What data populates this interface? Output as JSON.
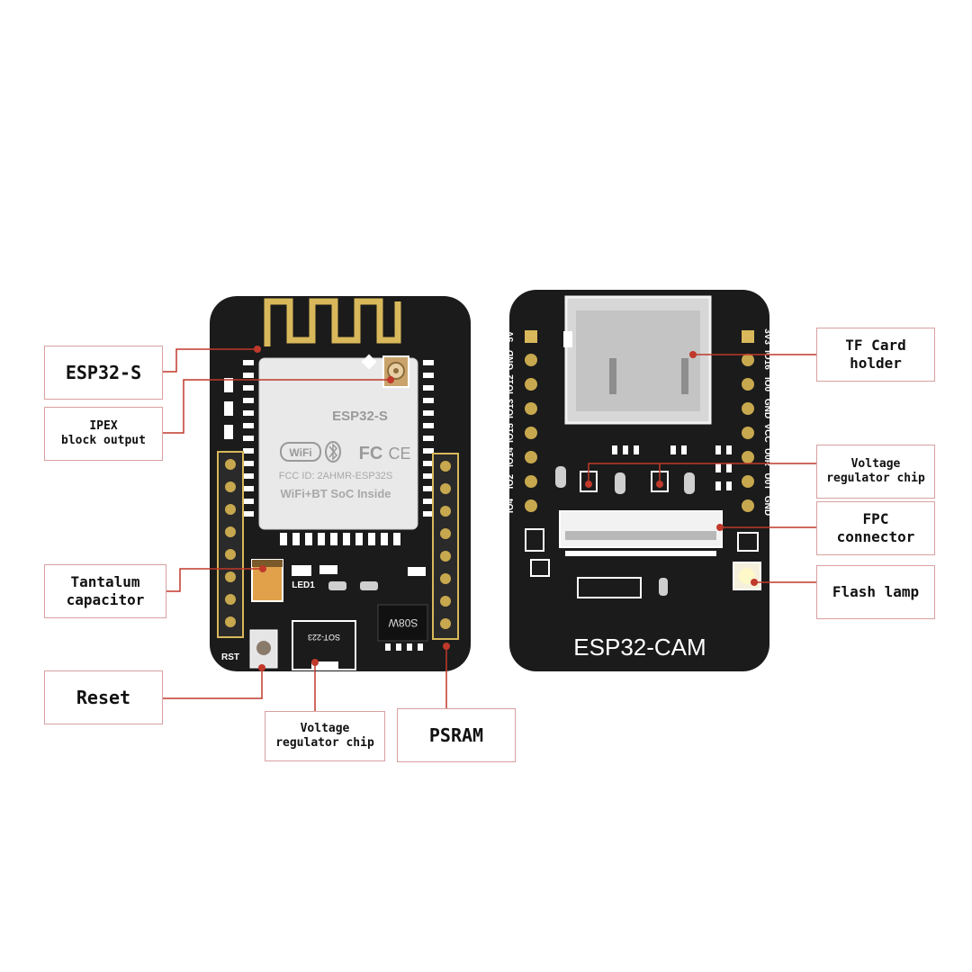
{
  "front_board": {
    "module_label": "ESP32-S",
    "module_fcc_line": "FCC  ID: 2AHMR-ESP32S",
    "module_soc_line": "WiFi+BT SoC Inside",
    "led_label": "LED1",
    "rst_label": "RST",
    "sot_label": "SOT-223",
    "psram_chip_label": "S08W"
  },
  "back_board": {
    "board_label": "ESP32-CAM",
    "left_pins": [
      "5V",
      "GND",
      "IO12",
      "IO13",
      "IO15",
      "IO14",
      "IO2",
      "IO4"
    ],
    "right_pins": [
      "3V3",
      "IO16",
      "IO0",
      "GND",
      "VCC",
      "U0R",
      "U0T",
      "GND"
    ]
  },
  "callouts": {
    "esp32s": [
      "ESP32-S"
    ],
    "ipex": [
      "IPEX",
      "block output"
    ],
    "tantalum": [
      "Tantalum",
      "capacitor"
    ],
    "reset": [
      "Reset"
    ],
    "vreg_front": [
      "Voltage",
      "regulator chip"
    ],
    "psram": [
      "PSRAM"
    ],
    "tf_card": [
      "TF Card",
      "holder"
    ],
    "vreg_back": [
      "Voltage",
      "regulator chip"
    ],
    "fpc": [
      "FPC",
      "connector"
    ],
    "flash": [
      "Flash lamp"
    ]
  },
  "colors": {
    "board": "#1b1b1b",
    "antenna": "#d8b85a",
    "pad": "#c8a84e",
    "leader": "#c0392b",
    "callout_border": "#d9a0a0"
  }
}
